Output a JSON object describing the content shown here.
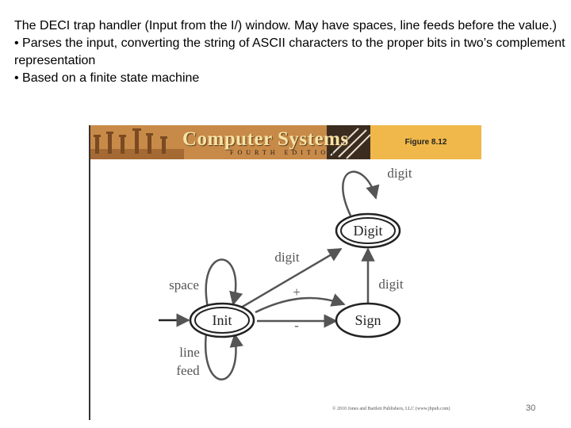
{
  "slide": {
    "line1": "The DECI trap handler (Input from the I/) window.  May have spaces, line feeds before the value.)",
    "bullet1": "• Parses the input, converting the string of ASCII characters to the proper bits in two’s complement representation",
    "bullet2": "• Based on a finite state machine",
    "page_number": "30"
  },
  "figure": {
    "banner_title": "Computer Systems",
    "banner_subtitle": "FOURTH EDITION",
    "figure_label": "Figure 8.12",
    "copyright": "© 2010 Jones and Bartlett Publishers, LLC (www.jbpub.com)"
  },
  "fsm": {
    "states": {
      "digit": "Digit",
      "init": "Init",
      "sign": "Sign"
    },
    "labels": {
      "digit_self": "digit",
      "init_to_digit": "digit",
      "sign_to_digit": "digit",
      "space": "space",
      "plus": "+",
      "minus": "-",
      "line": "line",
      "feed": "feed"
    }
  },
  "colors": {
    "node_stroke": "#222222",
    "edge_stroke": "#555555",
    "banner_accent": "#f0b84a"
  }
}
